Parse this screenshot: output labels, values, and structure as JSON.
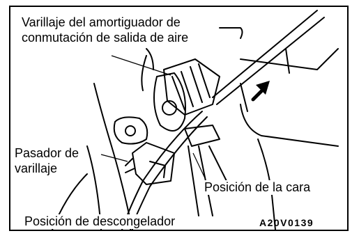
{
  "labels": {
    "linkage_line1": "Varillaje del amortiguador de",
    "linkage_line2": "conmutación de salida de aire",
    "pin_line1": "Pasador de",
    "pin_line2": "varillaje",
    "face_position": "Posición de la cara",
    "defrost_position": "Posición de descongelador",
    "figure_code": "A20V0139"
  },
  "colors": {
    "ink": "#000000",
    "paper": "#ffffff"
  },
  "icons": {
    "direction_arrow": "arrow-up-right-icon"
  }
}
